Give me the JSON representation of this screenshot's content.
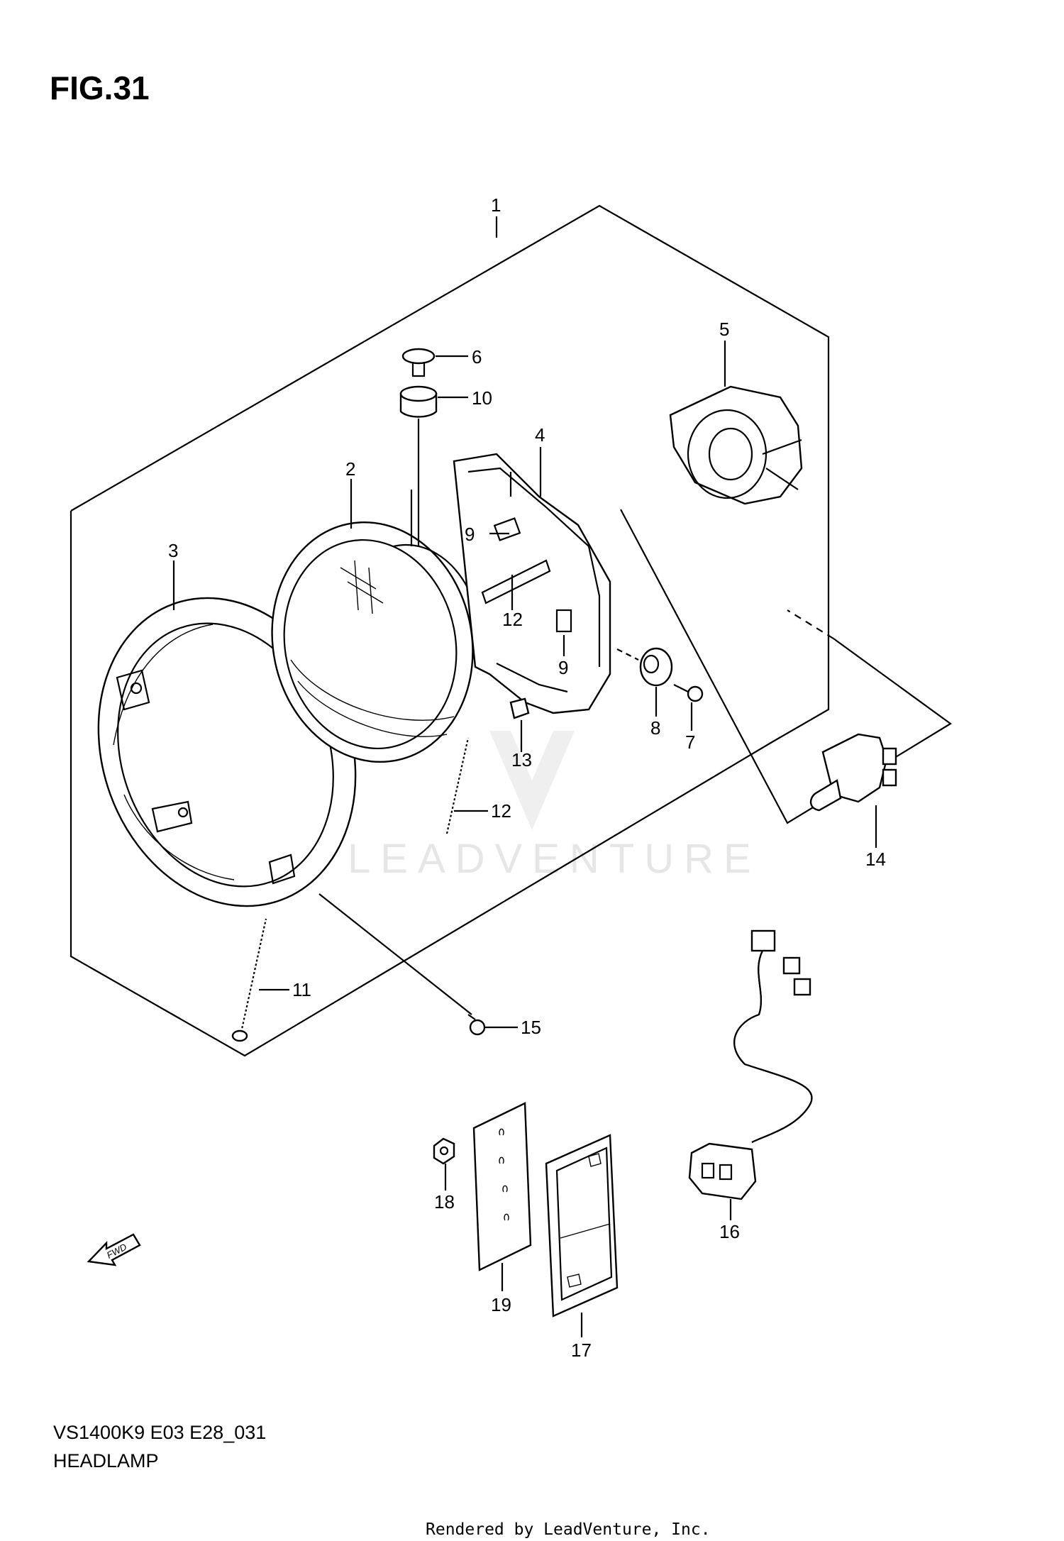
{
  "figure": {
    "title": "FIG.31",
    "model_code": "VS1400K9 E03 E28_031",
    "section_name": "HEADLAMP",
    "credit": "Rendered by LeadVenture, Inc.",
    "watermark": "LEADVENTURE",
    "fwd_arrow_label": "FWD"
  },
  "callouts": [
    {
      "id": "1",
      "label": "1"
    },
    {
      "id": "2",
      "label": "2"
    },
    {
      "id": "3",
      "label": "3"
    },
    {
      "id": "4",
      "label": "4"
    },
    {
      "id": "5",
      "label": "5"
    },
    {
      "id": "6",
      "label": "6"
    },
    {
      "id": "7",
      "label": "7"
    },
    {
      "id": "8",
      "label": "8"
    },
    {
      "id": "9a",
      "label": "9"
    },
    {
      "id": "9b",
      "label": "9"
    },
    {
      "id": "10",
      "label": "10"
    },
    {
      "id": "11",
      "label": "11"
    },
    {
      "id": "12a",
      "label": "12"
    },
    {
      "id": "12b",
      "label": "12"
    },
    {
      "id": "13",
      "label": "13"
    },
    {
      "id": "14",
      "label": "14"
    },
    {
      "id": "15",
      "label": "15"
    },
    {
      "id": "16",
      "label": "16"
    },
    {
      "id": "17",
      "label": "17"
    },
    {
      "id": "18",
      "label": "18"
    },
    {
      "id": "19",
      "label": "19"
    }
  ]
}
